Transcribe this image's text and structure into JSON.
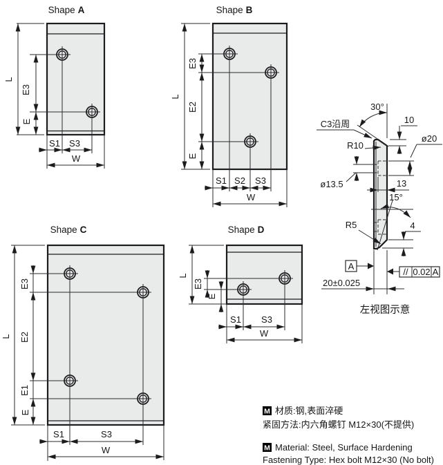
{
  "colors": {
    "background": "#ffffff",
    "line": "#1c1c1e",
    "dim_line": "#2a2a2e",
    "plate_fill": "#e9eaea",
    "text": "#17171a",
    "badge_bg": "#000000",
    "badge_fg": "#ffffff"
  },
  "titles": {
    "a": {
      "prefix": "Shape",
      "letter": "A"
    },
    "b": {
      "prefix": "Shape",
      "letter": "B"
    },
    "c": {
      "prefix": "Shape",
      "letter": "C"
    },
    "d": {
      "prefix": "Shape",
      "letter": "D"
    }
  },
  "dims": {
    "L": "L",
    "E": "E",
    "E1": "E1",
    "E2": "E2",
    "E3": "E3",
    "S1": "S1",
    "S2": "S2",
    "S3": "S3",
    "W": "W"
  },
  "side": {
    "angle_top": "30°",
    "offset_top": "10",
    "chamfer_note": "C3沿周",
    "radius_top": "R10",
    "dia_counterbore": "ø20",
    "dia_through": "ø13.5",
    "counterbore_depth": "13",
    "angle_bottom": "15°",
    "radius_bottom": "R5",
    "chamfer_height": "4",
    "datum": "A",
    "par_sym": "//",
    "par_tol": "0.02",
    "par_datum": "A",
    "thickness": "20±0.025",
    "caption": "左视图示意"
  },
  "notes": {
    "badge": "M",
    "material_cn": "材质:钢,表面淬硬",
    "fastening_cn": "紧固方法:内六角螺钉 M12×30(不提供)",
    "material_en": "Material: Steel, Surface Hardening",
    "fastening_en": "Fastening Type: Hex bolt M12×30 (No bolt)"
  }
}
